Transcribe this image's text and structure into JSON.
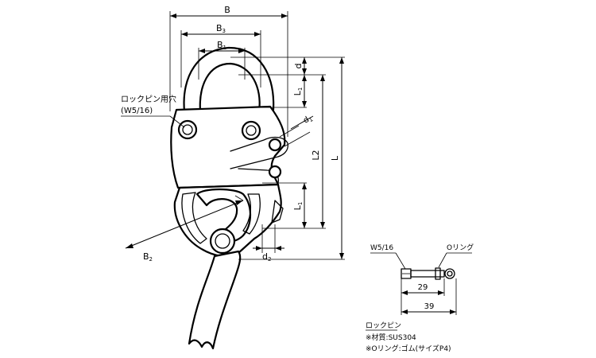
{
  "diagram": {
    "dimensions": {
      "B": {
        "main": "B",
        "sub": ""
      },
      "B3": {
        "main": "B",
        "sub": "3"
      },
      "B1": {
        "main": "B",
        "sub": "1"
      },
      "B2": {
        "main": "B",
        "sub": "2"
      },
      "d": {
        "main": "d",
        "sub": ""
      },
      "d1": {
        "main": "d",
        "sub": "1"
      },
      "d2": {
        "main": "d",
        "sub": "2"
      },
      "L": {
        "main": "L",
        "sub": ""
      },
      "L1_top": {
        "main": "L",
        "sub": "1"
      },
      "L1_bottom": {
        "main": "L",
        "sub": "1"
      },
      "L2": {
        "main": "L2",
        "sub": ""
      }
    },
    "lock_pin_hole": {
      "line1": "ロックピン用穴",
      "line2": "(W5/16)"
    },
    "pin_detail": {
      "thread_label": "W5/16",
      "oring_label": "Oリング",
      "dim_inner": "29",
      "dim_outer": "39"
    },
    "notes": {
      "title": "ロックピン",
      "material": "※材質:SUS304",
      "oring": "※Oリング:ゴム(サイズP4)"
    }
  }
}
